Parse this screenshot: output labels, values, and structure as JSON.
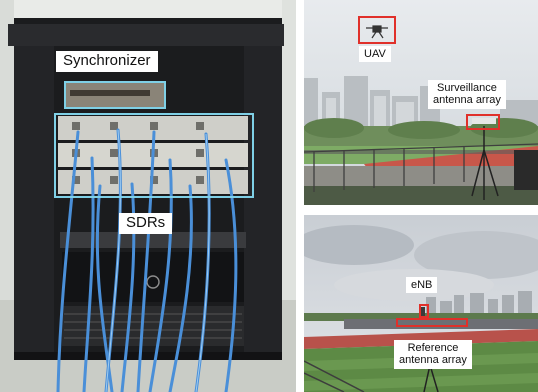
{
  "left_photo": {
    "labels": {
      "synchronizer": "Synchronizer",
      "sdrs": "SDRs"
    },
    "colors": {
      "highlight_box": "#7fd0e6"
    }
  },
  "top_right_photo": {
    "labels": {
      "uav": "UAV",
      "surveillance_line1": "Surveillance",
      "surveillance_line2": "antenna array"
    },
    "colors": {
      "highlight_box": "#e0302a"
    }
  },
  "bottom_right_photo": {
    "labels": {
      "enb": "eNB",
      "reference_line1": "Reference",
      "reference_line2": "antenna array"
    },
    "colors": {
      "highlight_box": "#e0302a"
    }
  }
}
